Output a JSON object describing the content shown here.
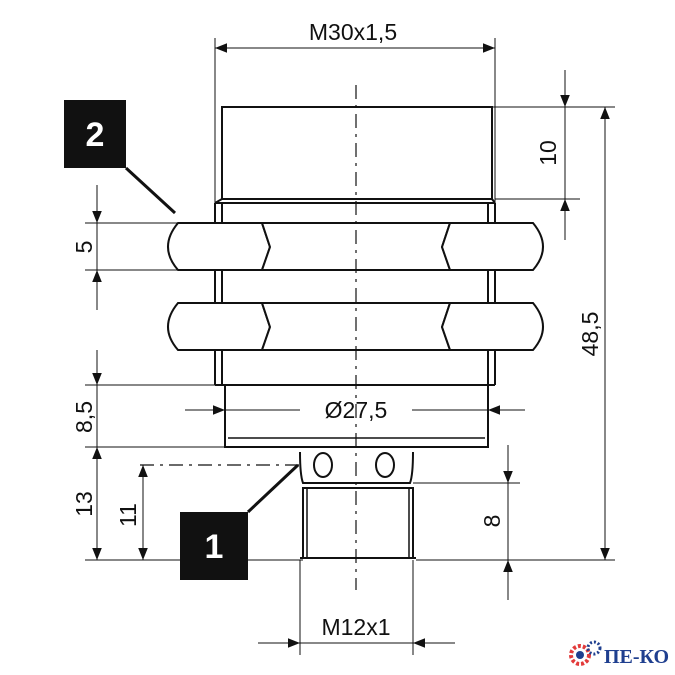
{
  "dimensions": {
    "thread_major": "M30x1,5",
    "top_height": "10",
    "nut_thickness": "5",
    "total_length": "48,5",
    "body_diameter": "Ø27,5",
    "collar_height": "8,5",
    "connector_height": "13",
    "connector_inner": "11",
    "connector_thread_length": "8",
    "thread_minor": "M12x1"
  },
  "callouts": {
    "connector": "1",
    "nut": "2"
  },
  "logo": {
    "text": "ПЕ-КО",
    "colors": {
      "gear": "#e23b3b",
      "text": "#1f3f8f"
    }
  }
}
